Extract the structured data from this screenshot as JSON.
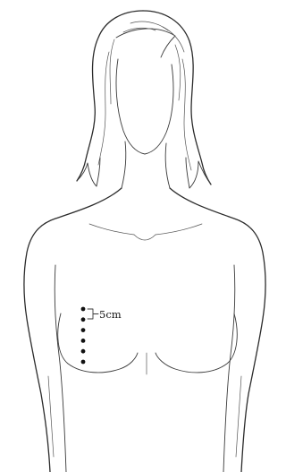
{
  "diagram": {
    "figure": "female-upper-body-outline",
    "marker_count": 6,
    "marker_color": "#111111",
    "line_color": "#2b2b2b",
    "background": "#ffffff",
    "spacing_label": "5cm"
  }
}
